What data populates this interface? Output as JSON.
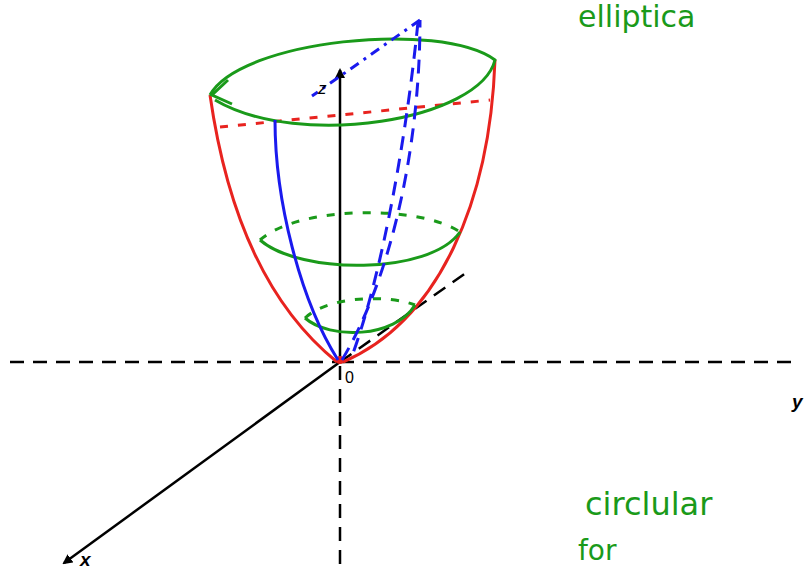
{
  "diagram": {
    "labels": [
      "elliptica",
      "z",
      "0",
      "y",
      "x",
      "circlular",
      "for"
    ]
  }
}
